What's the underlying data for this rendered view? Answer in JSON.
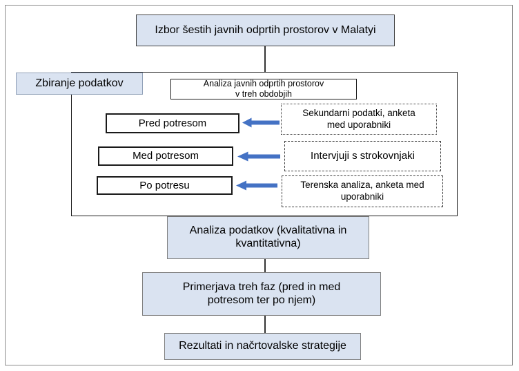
{
  "diagram": {
    "top_box": {
      "label": "Izbor šestih javnih odprtih prostorov v Malatyi"
    },
    "collection_label": {
      "label": "Zbiranje podatkov"
    },
    "analysis_header": {
      "lines": [
        "Analiza javnih odprtih prostorov",
        "v treh obdobjih"
      ]
    },
    "phases": [
      {
        "phase": "Pred potresom",
        "method_lines": [
          "Sekundarni podatki, anketa",
          "med uporabniki"
        ]
      },
      {
        "phase": "Med potresom",
        "method_lines": [
          "Intervjuji s strokovnjaki"
        ]
      },
      {
        "phase": "Po potresu",
        "method_lines": [
          "Terenska analiza, anketa med",
          "uporabniki"
        ]
      }
    ],
    "analysis_box": {
      "lines": [
        "Analiza podatkov (kvalitativna in",
        "kvantitativna)"
      ]
    },
    "comparison_box": {
      "lines": [
        "Primerjava treh faz (pred in med",
        "potresom ter po njem)"
      ]
    },
    "results_box": {
      "label": "Rezultati in načrtovalske strategije"
    }
  },
  "icons": {
    "arrow_left": "left-arrow-icon"
  },
  "colors": {
    "box_fill_blue": "#dae3f1",
    "arrow_blue": "#4472c4",
    "frame_gray": "#8a8a8a",
    "line_black": "#1a1a1a"
  }
}
